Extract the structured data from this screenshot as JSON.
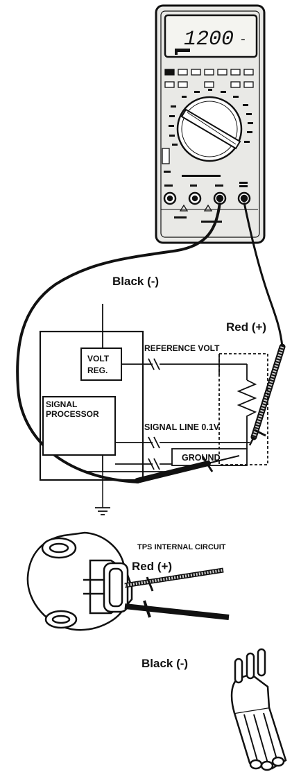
{
  "meter": {
    "display_value": "1200",
    "display_suffix": "-"
  },
  "labels": {
    "black_top": "Black (-)",
    "red_top": "Red (+)",
    "volt_reg_line1": "VOLT",
    "volt_reg_line2": "REG.",
    "signal_processor_line1": "SIGNAL",
    "signal_processor_line2": "PROCESSOR",
    "reference_volt": "REFERENCE VOLT",
    "signal_line": "SIGNAL LINE 0.1V",
    "ground": "GROUND",
    "tps_internal": "TPS INTERNAL CIRCUIT",
    "red_bottom": "Red (+)",
    "black_bottom": "Black (-)"
  },
  "colors": {
    "ink": "#111111",
    "meter_body": "#e9e9e6",
    "lcd": "#f4f4f0",
    "probe_red": "#9a9a9a",
    "probe_black": "#111111"
  }
}
